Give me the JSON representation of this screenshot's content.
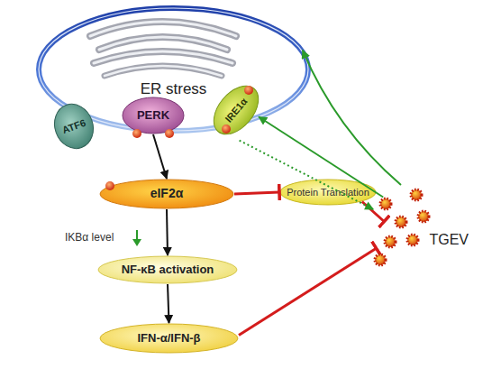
{
  "diagram": {
    "nodes": [
      {
        "text": [
          "ER stress"
        ]
      },
      {
        "text": [
          "ATF6"
        ],
        "in": 0
      },
      {
        "text": [
          "PERK"
        ],
        "in": 0
      },
      {
        "text": [
          "IRE1α"
        ],
        "in": 0
      },
      {
        "text": [
          "eIF2α"
        ]
      },
      {
        "text": [
          "Protein Translation"
        ]
      },
      {
        "text": [
          "NF-κB activation"
        ]
      },
      {
        "text": [
          "IFN-α/IFN-β"
        ]
      },
      {
        "text": [
          "TGEV"
        ]
      }
    ],
    "edges": [
      {
        "from": 2,
        "to": 4,
        "arrow": "to"
      },
      {
        "from": 4,
        "to": 6,
        "arrow": "to"
      },
      {
        "from": 6,
        "to": 7,
        "arrow": "to"
      },
      {
        "from": 4,
        "to": 5,
        "arrow": "to"
      },
      {
        "from": 5,
        "to": 8,
        "arrow": "to"
      },
      {
        "from": 7,
        "to": 8,
        "arrow": "to"
      },
      {
        "from": 8,
        "to": 0,
        "arrow": "to"
      },
      {
        "from": 8,
        "to": 3,
        "arrow": "to"
      },
      {
        "from": 3,
        "to": 8,
        "arrow": "to"
      }
    ],
    "labels": [
      "IKBα level"
    ]
  }
}
